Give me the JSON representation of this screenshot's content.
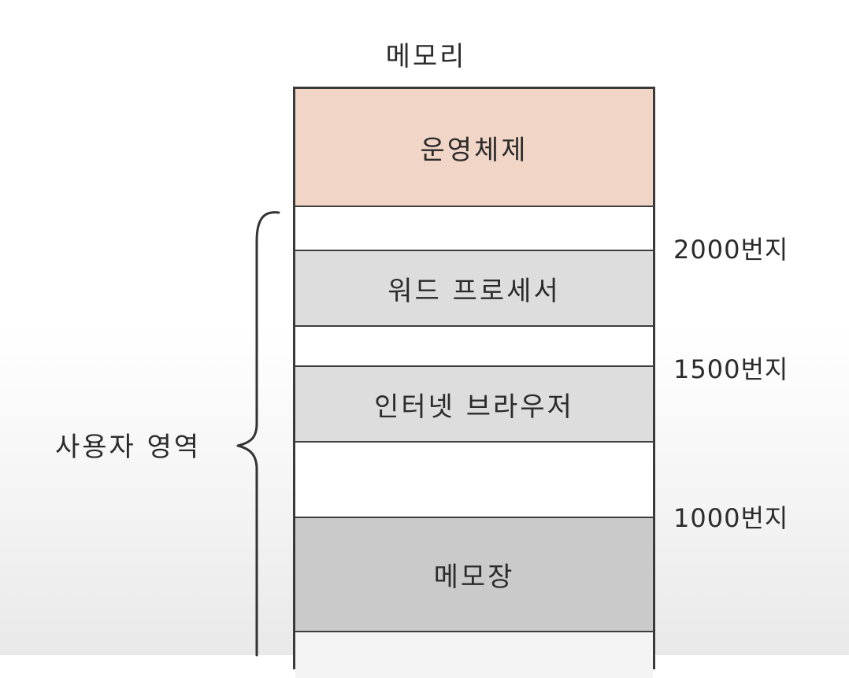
{
  "diagram": {
    "title": "메모리",
    "blocks": {
      "os": "운영체제",
      "word_processor": "워드 프로세서",
      "browser": "인터넷 브라우저",
      "notepad": "메모장"
    },
    "addresses": {
      "a2000": "2000번지",
      "a1500": "1500번지",
      "a1000": "1000번지"
    },
    "user_region_label": "사용자 영역"
  },
  "colors": {
    "os_block": "#f1d5c7",
    "process_block": "#dddddd",
    "notepad_block": "#cacaca",
    "outline": "#3a3a3a"
  }
}
